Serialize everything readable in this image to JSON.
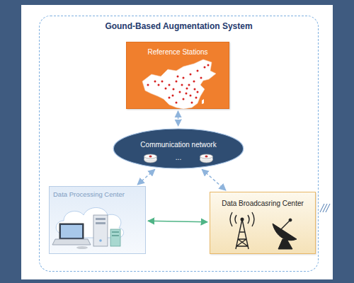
{
  "diagram": {
    "nodes": [
      {
        "text": [
          "Gound-Based Augmentation System"
        ]
      },
      {
        "text": [
          "Reference Stations"
        ],
        "in": 0
      },
      {
        "text": [
          "Communication network",
          "..."
        ],
        "in": 0
      },
      {
        "text": [
          "Data Processing Center"
        ],
        "in": 0
      },
      {
        "text": [
          "Data Broadcasring Center"
        ],
        "in": 0
      }
    ],
    "edges": [
      {
        "from": 1,
        "to": 2,
        "arrow": "both"
      },
      {
        "from": 2,
        "to": 3,
        "arrow": "both"
      },
      {
        "from": 2,
        "to": 4,
        "arrow": "both"
      },
      {
        "from": 3,
        "to": 4,
        "arrow": "both"
      }
    ]
  }
}
